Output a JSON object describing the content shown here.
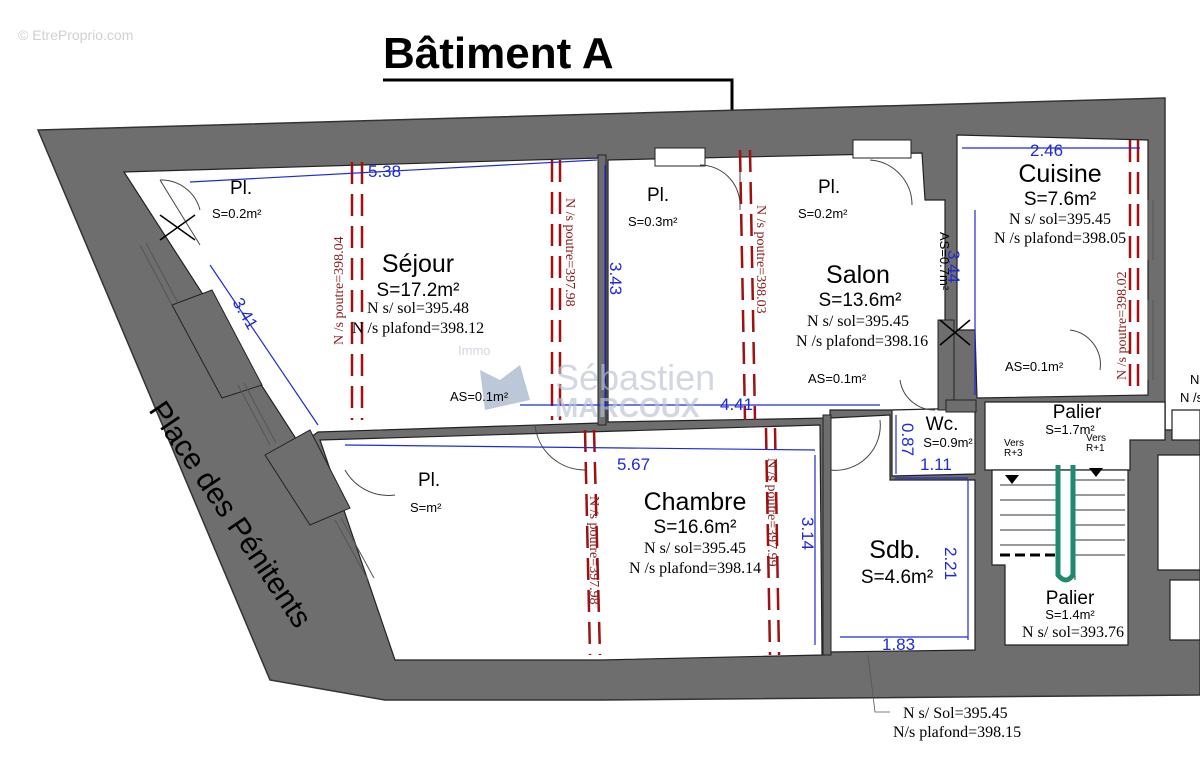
{
  "watermark_top": "© EtreProprio.com",
  "title": "Bâtiment A",
  "street": "Place des Pénitents",
  "agency_watermark": {
    "line1": "Immo",
    "line2": "Sébastien",
    "line3": "MARCOUX"
  },
  "rooms": {
    "sejour": {
      "name": "Séjour",
      "area": "S=17.2m²",
      "sol": "N s/ sol=395.48",
      "plafond": "N /s plafond=398.12"
    },
    "salon": {
      "name": "Salon",
      "area": "S=13.6m²",
      "sol": "N s/ sol=395.45",
      "plafond": "N /s plafond=398.16"
    },
    "cuisine": {
      "name": "Cuisine",
      "area": "S=7.6m²",
      "sol": "N s/ sol=395.45",
      "plafond": "N /s plafond=398.05"
    },
    "chambre": {
      "name": "Chambre",
      "area": "S=16.6m²",
      "sol": "N s/ sol=395.45",
      "plafond": "N /s plafond=398.14"
    },
    "sdb": {
      "name": "Sdb.",
      "area": "S=4.6m²"
    },
    "wc": {
      "name": "Wc.",
      "area": "S=0.9m²"
    },
    "palier1": {
      "name": "Palier",
      "area": "S=1.7m²"
    },
    "palier2": {
      "name": "Palier",
      "area": "S=1.4m²",
      "sol": "N s/ sol=393.76"
    }
  },
  "placards": {
    "pl1": {
      "name": "Pl.",
      "area": "S=0.2m²"
    },
    "pl2": {
      "name": "Pl.",
      "area": "S=0.3m²"
    },
    "pl3": {
      "name": "Pl.",
      "area": "S=0.2m²"
    },
    "pl4": {
      "name": "Pl.",
      "area": "S=m²"
    }
  },
  "as_labels": {
    "as1": "AS=0.7m²",
    "as2": "AS=0.1m²",
    "as3": "AS=0.1m²",
    "as4": "AS=0.1m²"
  },
  "stairs": {
    "up3": "Vers",
    "up3b": "R+3",
    "up1": "Vers",
    "up1b": "R+1"
  },
  "dimensions": {
    "d538": "5.38",
    "d246": "2.46",
    "d341": "3.41",
    "d343": "3.43",
    "d344": "3.44",
    "d441": "4.41",
    "d567": "5.67",
    "d087": "0.87",
    "d111": "1.11",
    "d314": "3.14",
    "d221": "2.21",
    "d183": "1.83"
  },
  "beams": {
    "b1": "N /s poutre=398.04",
    "b2": "N /s poutre=397.98",
    "b3": "N /s poutre=398.03",
    "b4": "N /s poutre=398.02",
    "b5": "N /s poutre=397.98",
    "b6": "N /s poutre=397.99"
  },
  "outside_levels": {
    "sol": "N s/ Sol=395.45",
    "plafond": "N/s plafond=398.15"
  },
  "edge_labels": {
    "n1": "N",
    "n2": "N /s"
  },
  "colors": {
    "wall": "#6e6e6e",
    "dimension": "#1f2ad6",
    "beam": "#a01010",
    "handrail": "#1e8a6e"
  }
}
